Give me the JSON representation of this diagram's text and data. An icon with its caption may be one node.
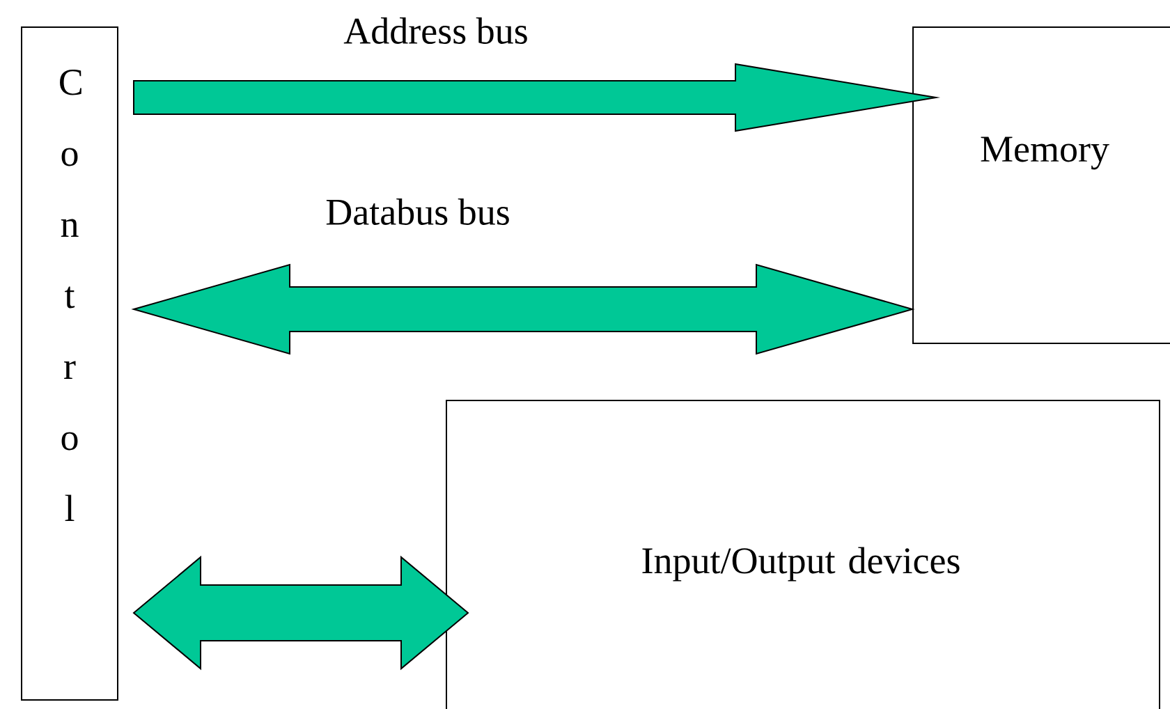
{
  "diagram": {
    "nodes": [
      {
        "text": [
          "Control"
        ]
      },
      {
        "text": [
          "Memory"
        ]
      },
      {
        "text": [
          "Input/Output devices"
        ]
      }
    ],
    "edges": [
      {
        "from": 0,
        "to": 1,
        "arrow": "to",
        "label": "Address bus"
      },
      {
        "from": 0,
        "to": 1,
        "arrow": "both",
        "label": "Databus bus"
      },
      {
        "from": 0,
        "to": 2,
        "arrow": "both"
      }
    ]
  }
}
